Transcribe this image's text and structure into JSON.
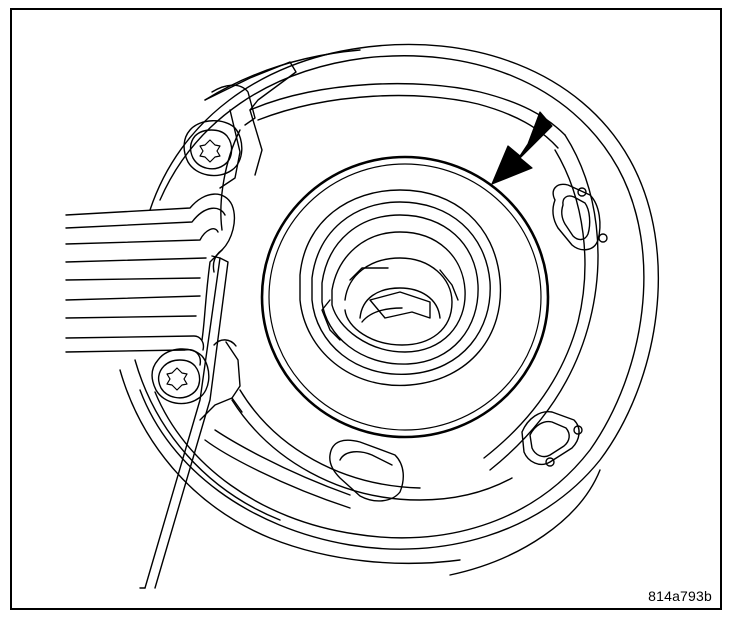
{
  "figure": {
    "id_label": "814a793b"
  },
  "colors": {
    "line": "#000000",
    "background": "#ffffff"
  },
  "callouts": [
    {
      "name": "arrow",
      "target": "seal-ring"
    }
  ]
}
